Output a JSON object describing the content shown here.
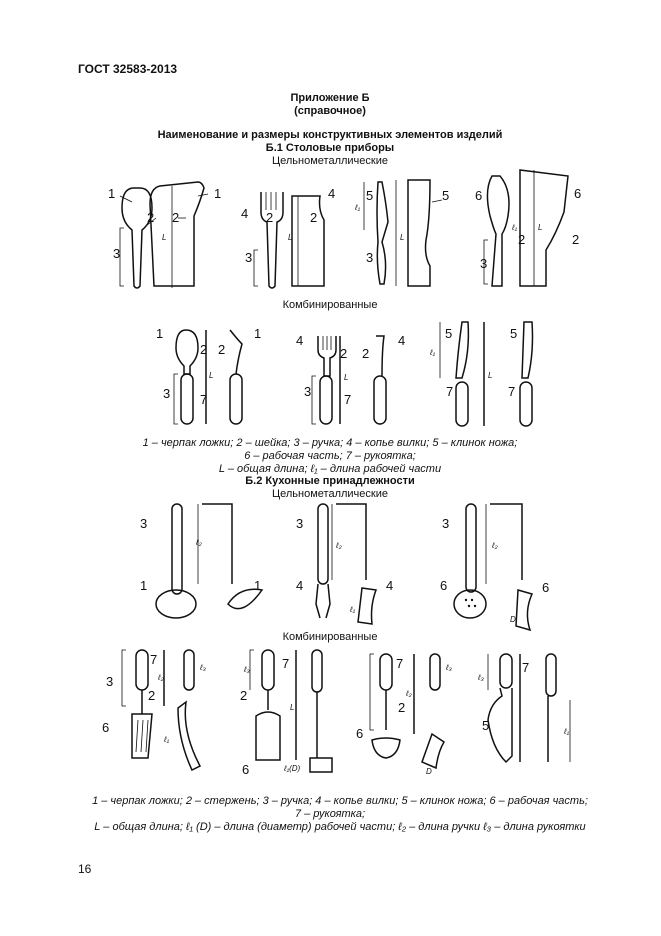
{
  "header": {
    "standard": "ГОСТ 32583-2013"
  },
  "appendix": {
    "title": "Приложение Б",
    "type": "(справочное)"
  },
  "main_title": "Наименование и размеры конструктивных элементов изделий",
  "section1": {
    "title": "Б.1 Столовые приборы",
    "sub_whole": "Цельнометаллические",
    "sub_combined": "Комбинированные",
    "legend": [
      "1 – черпак ложки; 2 – шейка; 3 – ручка; 4 – копье вилки; 5 – клинок ножа;",
      "6 – рабочая часть; 7 – рукоятка;",
      "L – общая длина; ℓ₁ – длина рабочей части"
    ]
  },
  "section2": {
    "title": "Б.2 Кухонные принадлежности",
    "sub_whole": "Цельнометаллические",
    "sub_combined": "Комбинированные",
    "legend": [
      "1 – черпак ложки; 2 – стержень; 3 – ручка; 4 – копье вилки; 5 – клинок ножа; 6 – рабочая часть;",
      "7 – рукоятка;",
      "L – общая длина; ℓ₁ (D) – длина (диаметр) рабочей части;  ℓ₂ – длина ручки   ℓ₃ – длина рукоятки"
    ]
  },
  "figure_labels": {
    "n1": "1",
    "n2": "2",
    "n3": "3",
    "n4": "4",
    "n5": "5",
    "n6": "6",
    "n7": "7",
    "L": "L",
    "l1": "ℓ₁",
    "l2": "ℓ₂",
    "l3": "ℓ₃",
    "D": "D",
    "l1D": "ℓ₁(D)"
  },
  "page_number": "16"
}
